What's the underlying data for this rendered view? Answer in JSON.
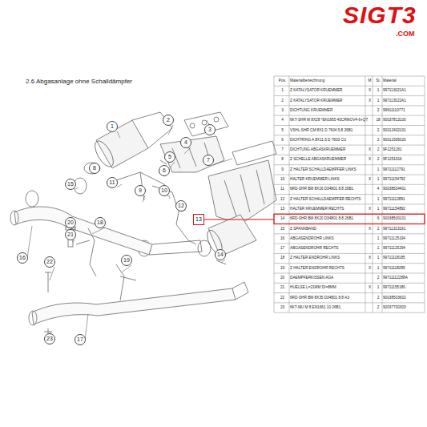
{
  "diagram": {
    "title": "2.6  Abgasanlage ohne Schalldämpfer",
    "labels": [
      "SIGT3",
      ".COM",
      "1",
      "2",
      "3",
      "4",
      "5",
      "6",
      "7",
      "8",
      "9",
      "10",
      "11",
      "12",
      "13",
      "14",
      "15",
      "16",
      "17",
      "18",
      "19",
      "20",
      "21",
      "22",
      "23",
      "Pos.",
      "Materialbezeichnung",
      "M",
      "St.",
      "Material",
      "1",
      "Z KATALYSATOR KRUEMMER",
      "X",
      "1",
      "997113021A1",
      "2",
      "Z KATALYSATOR KRUEMMER",
      "X",
      "1",
      "997113022A1",
      "3",
      "DICHTUNG KRUEMMER",
      "2",
      "99611110771",
      "4",
      "6KT-SHR M 8X28 *EN1665 40CRMOV4-6+QT",
      "18",
      "90037813100",
      "5",
      "VSHL-SHR CM 8X1 D 7604 5.8 26B1",
      "2",
      "90012402101",
      "6",
      "DICHTRING A 8X11.5 D 7603 CU",
      "2",
      "90012305020",
      "7",
      "DICHTUNG ABGASKRUEMMER",
      "X",
      "2",
      "9F1251261",
      "8",
      "Z SCHELLE ABGASKRUEMMER",
      "X",
      "2",
      "9F1251616",
      "9",
      "Z HALTER SCHALLDAEMPFER LINKS",
      "1",
      "99711112791",
      "10",
      "HALTER KRUEMMER LINKS",
      "X",
      "1",
      "99711154792",
      "11",
      "6RD-SHR BM 8X16 D34801 8.8 26B1",
      "4",
      "90038504401",
      "12",
      "Z HALTER SCHALLDAEMPFER RECHTS",
      "1",
      "99711112891",
      "13",
      "HALTER KRUEMMER RECHTS",
      "X",
      "1",
      "99711154892",
      "14",
      "6RD-SHR BM 8X20 D34801 8.8 26B1",
      "6",
      "90038500101",
      "15",
      "Z SPANNBAND",
      "X",
      "2",
      "99711323191",
      "16",
      "ABGASENDROHR LINKS",
      "1",
      "99711125194",
      "17",
      "ABGASENDROHR RECHTS",
      "1",
      "99711125294",
      "18",
      "Z HALTER ENDROHR LINKS",
      "X",
      "1",
      "99711118185",
      "19",
      "Z HALTER ENDROHR RECHTS",
      "X",
      "1",
      "99711118285",
      "20",
      "DAEMPFERKISSEN AGA",
      "2",
      "99711112288A",
      "21",
      "HUELSE L=21MM DI=8MM",
      "X",
      "1",
      "99711155180",
      "22",
      "6RD-SHR BM 8X35 D34801 8.8 A3",
      "2",
      "90038503602",
      "23",
      "6KT-MU M 8 EN1661 10 26B1",
      "2",
      "90037700303"
    ]
  }
}
